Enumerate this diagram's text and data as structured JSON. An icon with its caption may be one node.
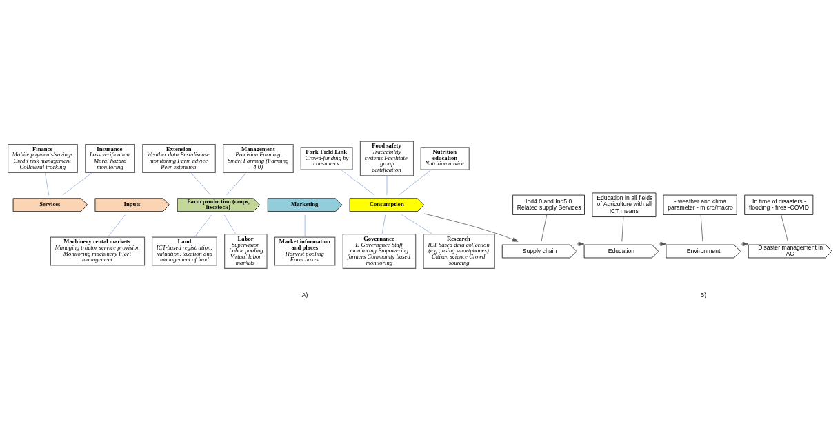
{
  "diagram": {
    "nodes": [
      {
        "text": [
          "Finance",
          "Mobile payments/savings Credit risk management Collateral tracking"
        ]
      },
      {
        "text": [
          "Insurance",
          "Loss verification Moral hazard monitoring"
        ]
      },
      {
        "text": [
          "Extension",
          "Weather data Pest/disease monitoring Farm advice Peer extension"
        ]
      },
      {
        "text": [
          "Management",
          "Precision Farming Smart Farming (Farming 4.0)"
        ]
      },
      {
        "text": [
          "Fork-Field Link",
          "Crowd-funding by consumers"
        ]
      },
      {
        "text": [
          "Food safety",
          "Traceability systems Facilitate group certification"
        ]
      },
      {
        "text": [
          "Nutrition education",
          "Nutrition advice"
        ]
      },
      {
        "text": [
          "Services"
        ]
      },
      {
        "text": [
          "Inputs"
        ]
      },
      {
        "text": [
          "Farm production (crops, livestock)"
        ]
      },
      {
        "text": [
          "Marketing"
        ]
      },
      {
        "text": [
          "Consumption"
        ]
      },
      {
        "text": [
          "Machinery rental markets",
          "Managing tractor service provision Monitoring machinery Fleet management"
        ]
      },
      {
        "text": [
          "Land",
          "ICT-based registration, valuation, taxation and management of land"
        ]
      },
      {
        "text": [
          "Labor",
          "Supervision Labor pooling Virtual labor markets"
        ]
      },
      {
        "text": [
          "Market information and places",
          "Harvest pooling Farm boxes"
        ]
      },
      {
        "text": [
          "Governance",
          "E-Governance Staff monitoring Empowering farmers Community based monitoring"
        ]
      },
      {
        "text": [
          "Research",
          "ICT based data collection (e.g., using smartphones) Citizen science Crowd sourcing"
        ]
      },
      {
        "text": [
          "Ind4.0 and Ind5.0 Related supply Services"
        ]
      },
      {
        "text": [
          "Education in all fields of Agriculture with all ICT means"
        ]
      },
      {
        "text": [
          "- weather and clima parameter - micro/macro"
        ]
      },
      {
        "text": [
          "In time of disasters - flooding - fires -COVID"
        ]
      },
      {
        "text": [
          "Supply chain"
        ]
      },
      {
        "text": [
          "Education"
        ]
      },
      {
        "text": [
          "Environment"
        ]
      },
      {
        "text": [
          "Disaster management in AC"
        ]
      }
    ],
    "edges": [
      {
        "from": 0,
        "to": 7,
        "arrow": "none"
      },
      {
        "from": 1,
        "to": 7,
        "arrow": "none"
      },
      {
        "from": 2,
        "to": 9,
        "arrow": "none"
      },
      {
        "from": 3,
        "to": 9,
        "arrow": "none"
      },
      {
        "from": 4,
        "to": 11,
        "arrow": "none"
      },
      {
        "from": 5,
        "to": 11,
        "arrow": "none"
      },
      {
        "from": 6,
        "to": 11,
        "arrow": "none"
      },
      {
        "from": 8,
        "to": 12,
        "arrow": "none"
      },
      {
        "from": 9,
        "to": 13,
        "arrow": "none"
      },
      {
        "from": 9,
        "to": 14,
        "arrow": "none"
      },
      {
        "from": 10,
        "to": 15,
        "arrow": "none"
      },
      {
        "from": 11,
        "to": 16,
        "arrow": "none"
      },
      {
        "from": 11,
        "to": 17,
        "arrow": "none"
      },
      {
        "from": 11,
        "to": 22,
        "arrow": "to",
        "color": "#555555"
      },
      {
        "from": 22,
        "to": 23,
        "arrow": "to",
        "color": "#555555"
      },
      {
        "from": 23,
        "to": 24,
        "arrow": "to",
        "color": "#555555"
      },
      {
        "from": 24,
        "to": 25,
        "arrow": "to",
        "color": "#555555"
      },
      {
        "from": 18,
        "to": 22,
        "arrow": "none",
        "color": "#555555"
      },
      {
        "from": 19,
        "to": 23,
        "arrow": "none",
        "color": "#555555"
      },
      {
        "from": 20,
        "to": 24,
        "arrow": "none",
        "color": "#555555"
      },
      {
        "from": 21,
        "to": 25,
        "arrow": "none",
        "color": "#555555"
      }
    ],
    "labels": [
      "A)",
      "B)"
    ]
  }
}
